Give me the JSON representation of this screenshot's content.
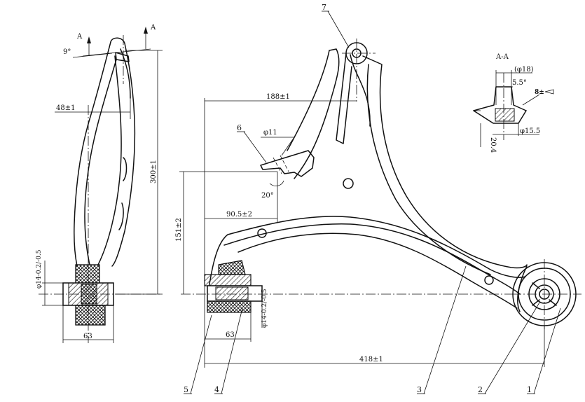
{
  "section_view": {
    "title": "A-A",
    "dim_diameter_top": "(φ18)",
    "dim_angle": "5.5°",
    "dim_height": "20.4",
    "dim_diameter_bottom": "φ15.5",
    "surface_note": "8±"
  },
  "side_view": {
    "section_mark_left": "A",
    "section_mark_right": "A",
    "angle": "9°",
    "dim_width_top": "48±1",
    "dim_height": "300±1",
    "dim_bushing_diameter": "φ14-0.2/-0.5",
    "dim_width_bottom": "63"
  },
  "front_view": {
    "dim_188": "188±1",
    "dim_hole": "φ11",
    "angle": "20°",
    "dim_90": "90.5±2",
    "dim_151": "151±2",
    "dim_bushing_diameter": "φ14-0.2/-0.5",
    "dim_63": "63",
    "dim_418": "418±1"
  },
  "part_callouts": [
    "1",
    "2",
    "3",
    "4",
    "5",
    "6",
    "7"
  ]
}
